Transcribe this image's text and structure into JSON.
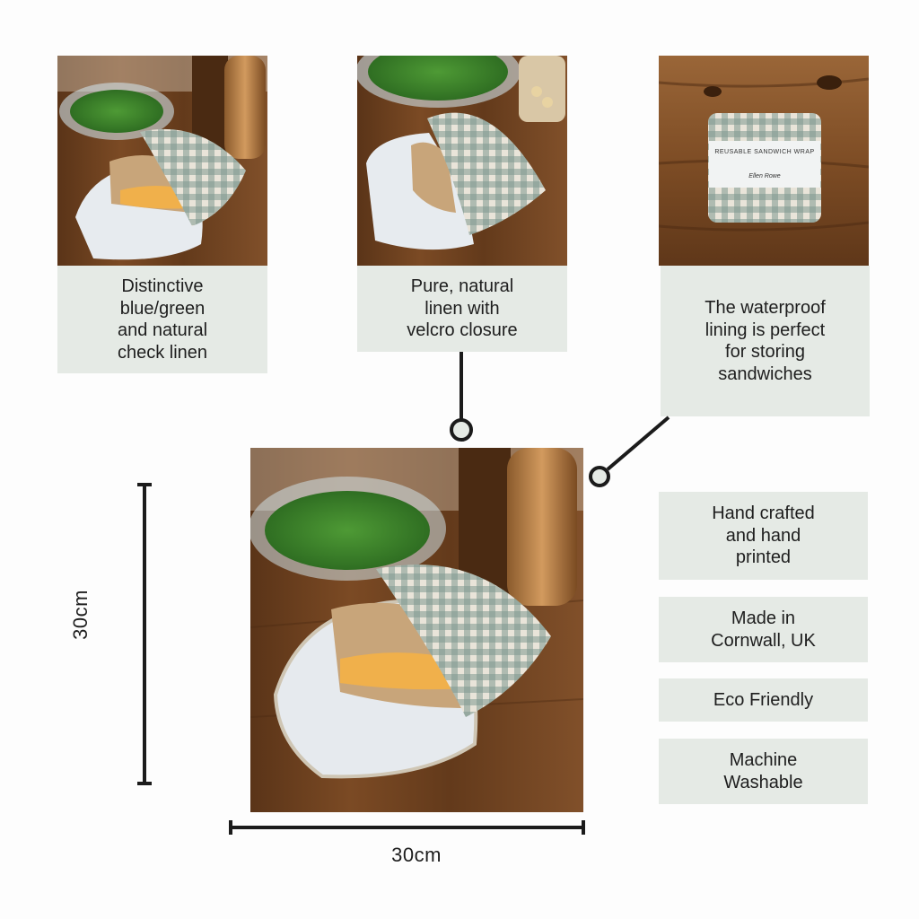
{
  "callouts": {
    "linen": [
      "Distinctive",
      "blue/green",
      "and natural",
      "check linen"
    ],
    "closure": [
      "Pure, natural",
      "linen with",
      "velcro closure"
    ],
    "lining": [
      "The waterproof",
      "lining is perfect",
      "for storing",
      "sandwiches"
    ]
  },
  "features": [
    [
      "Hand crafted",
      "and hand",
      "printed"
    ],
    [
      "Made in",
      "Cornwall, UK"
    ],
    [
      "Eco Friendly"
    ],
    [
      "Machine",
      "Washable"
    ]
  ],
  "dimensions": {
    "height": "30cm",
    "width": "30cm"
  },
  "packaging_label": {
    "title": "REUSABLE SANDWICH WRAP",
    "brand": "Ellen Rowe"
  },
  "colors": {
    "caption_bg": "#e5eae5",
    "gingham": "#6d8a82",
    "wood": "#6b3f1f",
    "lining": "#e8ebee",
    "line": "#1b1b1b"
  }
}
